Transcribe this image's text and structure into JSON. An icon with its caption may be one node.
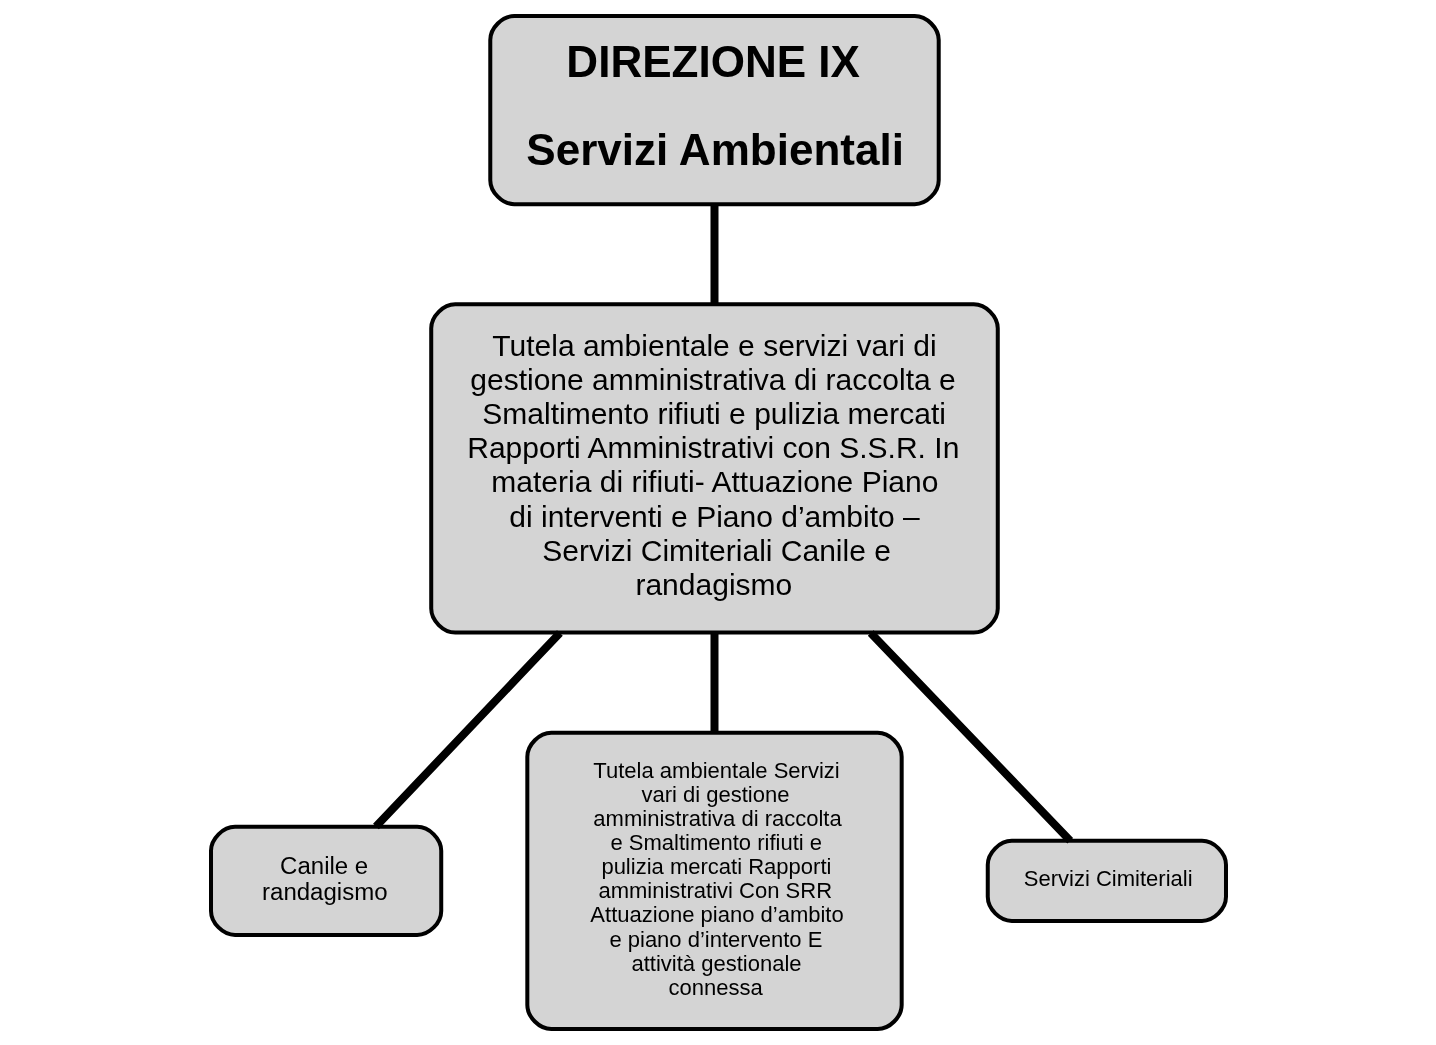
{
  "diagram": {
    "nodes": [
      {
        "text": [
          "DIREZIONE IX",
          "Servizi Ambientali"
        ]
      },
      {
        "text": [
          "Tutela ambientale e servizi vari di gestione amministrativa di raccolta e Smaltimento rifiuti e pulizia mercati Rapporti Amministrativi con S.S.R. In materia di rifiuti- Attuazione Piano di interventi e Piano d’ambito – Servizi Cimiteriali Canile e randagismo"
        ]
      },
      {
        "text": [
          "Canile e randagismo"
        ]
      },
      {
        "text": [
          "Tutela ambientale Servizi vari di gestione amministrativa di raccolta e Smaltimento rifiuti e pulizia mercati Rapporti amministrativi Con SRR Attuazione piano d’ambito e piano d’intervento E attività gestionale connessa"
        ]
      },
      {
        "text": [
          "Servizi Cimiteriali"
        ]
      }
    ],
    "edges": [
      {
        "from": 0,
        "to": 1,
        "arrow": "none"
      },
      {
        "from": 1,
        "to": 2,
        "arrow": "none"
      },
      {
        "from": 1,
        "to": 3,
        "arrow": "none"
      },
      {
        "from": 1,
        "to": 4,
        "arrow": "none"
      }
    ]
  }
}
